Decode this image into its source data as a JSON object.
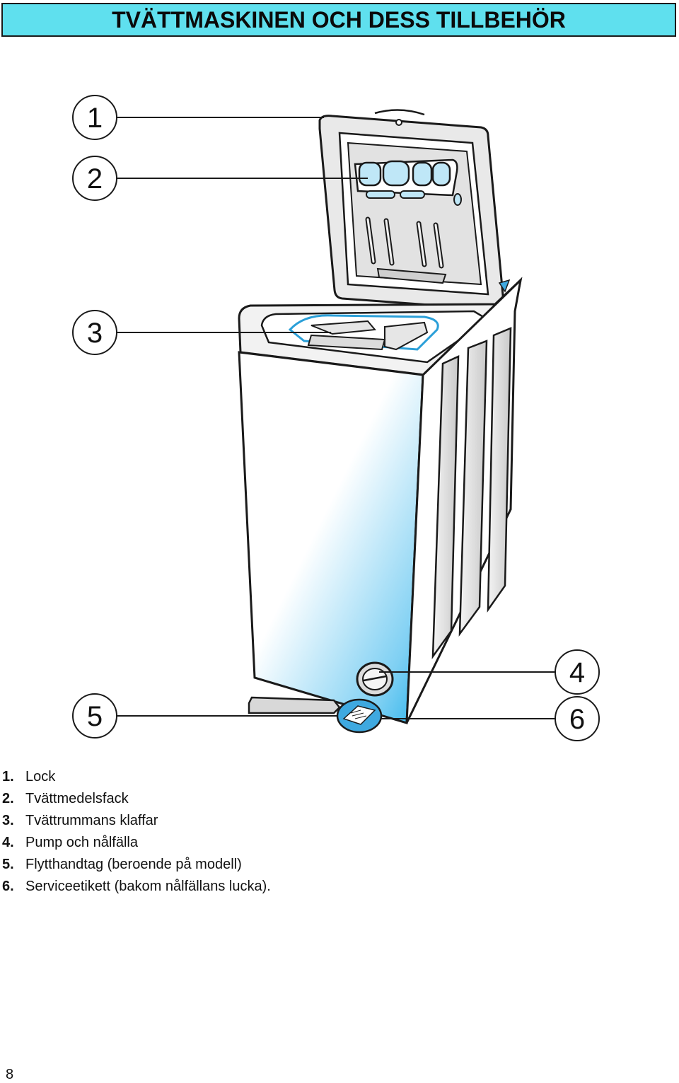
{
  "header": {
    "title": "TVÄTTMASKINEN OCH DESS TILLBEHÖR"
  },
  "figure": {
    "callouts": [
      "1",
      "2",
      "3",
      "4",
      "5",
      "6"
    ],
    "colors": {
      "accent": "#5fe0ee",
      "panel_blue": "#bfe7f7",
      "fade_blue": "#2fb4ec",
      "panel_grey": "#d6d6d6"
    }
  },
  "legend": [
    {
      "num": "1.",
      "text": "Lock"
    },
    {
      "num": "2.",
      "text": "Tvättmedelsfack"
    },
    {
      "num": "3.",
      "text": "Tvättrummans klaffar"
    },
    {
      "num": "4.",
      "text": "Pump och nålfälla"
    },
    {
      "num": "5.",
      "text": "Flytthandtag (beroende på modell)"
    },
    {
      "num": "6.",
      "text": "Serviceetikett (bakom nålfällans lucka)."
    }
  ],
  "page_number": "8"
}
